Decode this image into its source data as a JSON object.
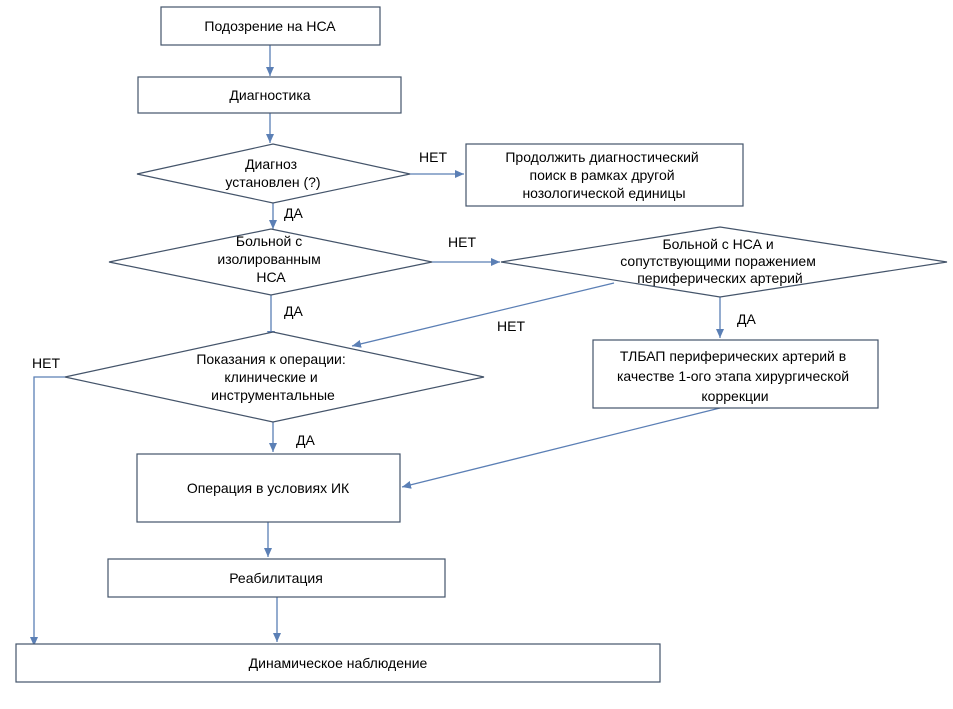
{
  "colors": {
    "box_stroke": "#44546a",
    "arrow": "#5b7fb5",
    "text": "#000000",
    "background": "#ffffff"
  },
  "nodes": {
    "suspicion": {
      "lines": [
        "Подозрение  на НСА"
      ]
    },
    "diagnostics": {
      "lines": [
        "Диагностика"
      ]
    },
    "diagnosis_established": {
      "lines": [
        "Диагноз",
        "установлен (?)"
      ]
    },
    "continue_search": {
      "lines": [
        "Продолжить  диагностический",
        "поиск в рамках  другой",
        "нозологической  единицы"
      ]
    },
    "isolated_patient": {
      "lines": [
        "Больной с",
        "изолированным",
        "НСА"
      ]
    },
    "peripheral_patient": {
      "lines": [
        "Больной с НСА и",
        "сопутствующими  поражением",
        "периферических  артерий"
      ]
    },
    "surgery_indications": {
      "lines": [
        "Показания к операции:",
        "клинические   и",
        "инструментальные"
      ]
    },
    "tlbap": {
      "lines": [
        "ТЛБАП  периферических  артерий  в",
        "качестве  1-ого этапа хирургической",
        "коррекции"
      ]
    },
    "surgery_ic": {
      "lines": [
        "Операция  в условиях ИК"
      ]
    },
    "rehabilitation": {
      "lines": [
        "Реабилитация"
      ]
    },
    "dynamic_observation": {
      "lines": [
        "Динамическое  наблюдение"
      ]
    }
  },
  "edge_labels": {
    "diag_no": "НЕТ",
    "diag_yes": "ДА",
    "isolated_no": "НЕТ",
    "isolated_yes": "ДА",
    "peripheral_yes": "ДА",
    "peripheral_no": "НЕТ",
    "indications_no": "НЕТ",
    "indications_yes": "ДА"
  }
}
